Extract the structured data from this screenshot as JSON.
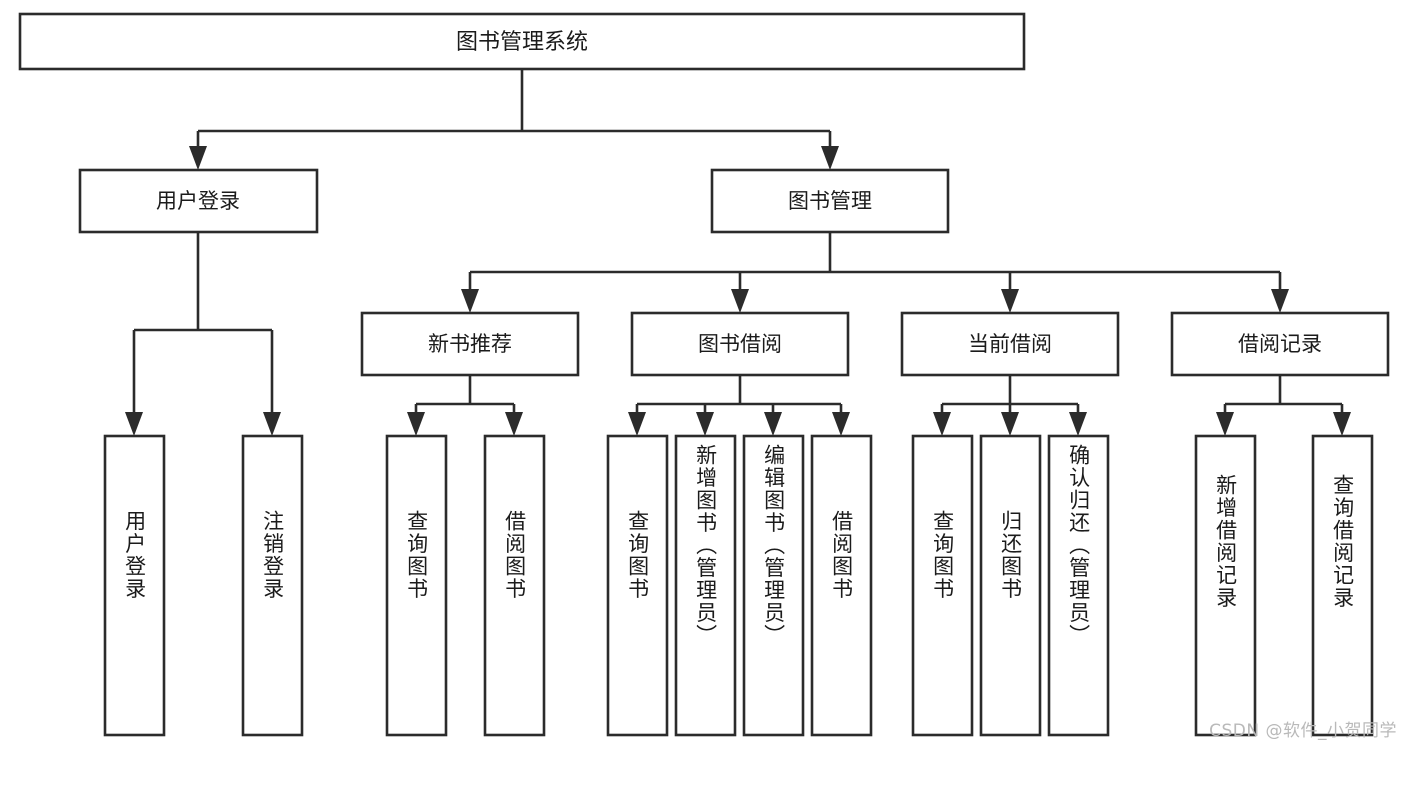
{
  "diagram": {
    "type": "tree-hierarchy",
    "title": "图书管理系统",
    "watermark": "CSDN @软件_小贺同学",
    "colors": {
      "background": "#ffffff",
      "box_fill": "#ffffff",
      "box_stroke": "#2b2b2b",
      "connector": "#2b2b2b",
      "text": "#1b1b1b",
      "watermark": "#b9b9b9"
    },
    "root": {
      "label": "图书管理系统"
    },
    "level2": [
      {
        "label": "用户登录"
      },
      {
        "label": "图书管理"
      }
    ],
    "level3": [
      {
        "label": "新书推荐"
      },
      {
        "label": "图书借阅"
      },
      {
        "label": "当前借阅"
      },
      {
        "label": "借阅记录"
      }
    ],
    "leaves": {
      "user_login": [
        {
          "label": "用户登录"
        },
        {
          "label": "注销登录"
        }
      ],
      "new_book_recommend": [
        {
          "label": "查询图书"
        },
        {
          "label": "借阅图书"
        }
      ],
      "book_borrow": [
        {
          "label": "查询图书"
        },
        {
          "label": "新增图书（管理员）"
        },
        {
          "label": "编辑图书（管理员）"
        },
        {
          "label": "借阅图书"
        }
      ],
      "current_borrow": [
        {
          "label": "查询图书"
        },
        {
          "label": "归还图书"
        },
        {
          "label": "确认归还（管理员）"
        }
      ],
      "borrow_record": [
        {
          "label": "新增借阅记录"
        },
        {
          "label": "查询借阅记录"
        }
      ]
    }
  }
}
